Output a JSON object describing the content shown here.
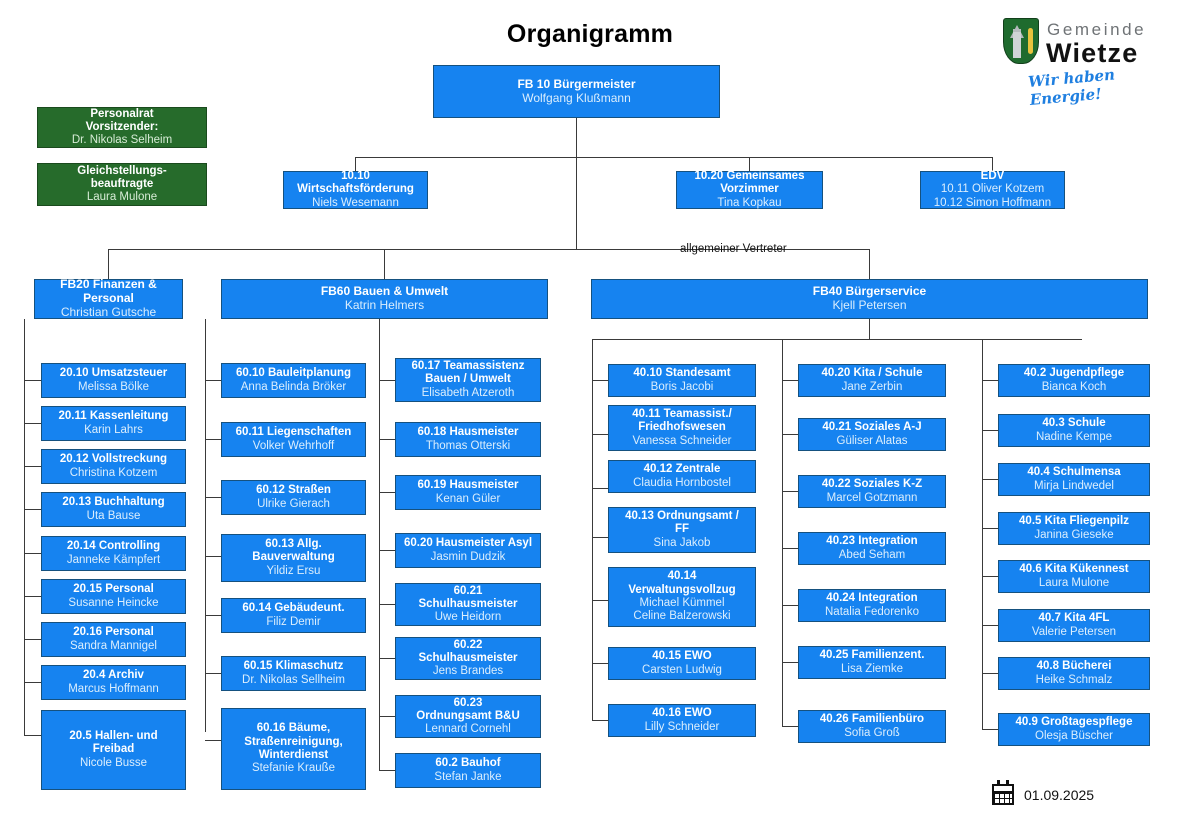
{
  "page": {
    "title": "Organigramm",
    "date": "01.09.2025",
    "date_icon": "calendar-icon"
  },
  "logo": {
    "crest_icon": "wietze-coat-of-arms-icon",
    "line1": "Gemeinde",
    "line2": "Wietze",
    "slogan": "Wir haben Energie!"
  },
  "colors": {
    "node_blue": "#1683f0",
    "node_blue_border": "#15517f",
    "node_green": "#266b2b",
    "node_green_border": "#1a4a1d",
    "connector": "#3a3a3a",
    "subtitle_text": "#dbeefd"
  },
  "labels": {
    "allgemeiner_vertreter": "allgemeiner Vertreter"
  },
  "root": {
    "title": "FB 10 Bürgermeister",
    "person": "Wolfgang Klußmann"
  },
  "staff_boxes": [
    {
      "title": "Personalrat\nVorsitzender:",
      "title_l1": "Personalrat",
      "title_l2": "Vorsitzender:",
      "person": "Dr. Nikolas Selheim"
    },
    {
      "title_l1": "Gleichstellungs-",
      "title_l2": "beauftragte",
      "person": "Laura Mulone"
    }
  ],
  "level2": [
    {
      "title_l1": "10.10",
      "title_l2": "Wirtschaftsförderung",
      "person": "Niels Wesemann"
    },
    {
      "title_l1": "10.20 Gemeinsames",
      "title_l2": "Vorzimmer",
      "person": "Tina Kopkau"
    },
    {
      "title_l1": "EDV",
      "person_l1": "10.11 Oliver Kotzem",
      "person_l2": "10.12 Simon Hoffmann"
    }
  ],
  "departments": [
    {
      "title_l1": "FB20 Finanzen &",
      "title_l2": "Personal",
      "person": "Christian Gutsche"
    },
    {
      "title_l1": "FB60 Bauen & Umwelt",
      "person": "Katrin Helmers"
    },
    {
      "title_l1": "FB40 Bürgerservice",
      "person": "Kjell Petersen"
    }
  ],
  "fb20_items": [
    {
      "title": "20.10 Umsatzsteuer",
      "person": "Melissa Bölke"
    },
    {
      "title": "20.11 Kassenleitung",
      "person": "Karin Lahrs"
    },
    {
      "title": "20.12 Vollstreckung",
      "person": "Christina Kotzem"
    },
    {
      "title": "20.13 Buchhaltung",
      "person": "Uta Bause"
    },
    {
      "title": "20.14 Controlling",
      "person": "Janneke Kämpfert"
    },
    {
      "title": "20.15 Personal",
      "person": "Susanne Heincke"
    },
    {
      "title": "20.16 Personal",
      "person": "Sandra Mannigel"
    },
    {
      "title": "20.4 Archiv",
      "person": "Marcus Hoffmann"
    },
    {
      "title": "20.5 Hallen- und\nFreibad",
      "title_l1": "20.5 Hallen- und",
      "title_l2": "Freibad",
      "person": "Nicole Busse"
    }
  ],
  "fb60_col1": [
    {
      "title": "60.10 Bauleitplanung",
      "person": "Anna Belinda Bröker"
    },
    {
      "title": "60.11 Liegenschaften",
      "person": "Volker Wehrhoff"
    },
    {
      "title": "60.12 Straßen",
      "person": "Ulrike Gierach"
    },
    {
      "title_l1": "60.13 Allg.",
      "title_l2": "Bauverwaltung",
      "person": "Yildiz Ersu"
    },
    {
      "title": "60.14 Gebäudeunt.",
      "person": "Filiz Demir"
    },
    {
      "title": "60.15 Klimaschutz",
      "person": "Dr. Nikolas Sellheim"
    },
    {
      "title_l1": "60.16 Bäume,",
      "title_l2": "Straßenreinigung,",
      "title_l3": "Winterdienst",
      "person": "Stefanie Krauße"
    }
  ],
  "fb60_col2": [
    {
      "title_l1": "60.17 Teamassistenz",
      "title_l2": "Bauen / Umwelt",
      "person": "Elisabeth Atzeroth"
    },
    {
      "title": "60.18 Hausmeister",
      "person": "Thomas Otterski"
    },
    {
      "title": "60.19 Hausmeister",
      "person": "Kenan Güler"
    },
    {
      "title": "60.20 Hausmeister Asyl",
      "person": "Jasmin Dudzik"
    },
    {
      "title_l1": "60.21",
      "title_l2": "Schulhausmeister",
      "person": "Uwe Heidorn"
    },
    {
      "title_l1": "60.22",
      "title_l2": "Schulhausmeister",
      "person": "Jens Brandes"
    },
    {
      "title_l1": "60.23",
      "title_l2": "Ordnungsamt B&U",
      "person": "Lennard Cornehl"
    },
    {
      "title": "60.2 Bauhof",
      "person": "Stefan Janke"
    }
  ],
  "fb40_col1": [
    {
      "title": "40.10 Standesamt",
      "person": "Boris Jacobi"
    },
    {
      "title_l1": "40.11 Teamassist./",
      "title_l2": "Friedhofswesen",
      "person": "Vanessa Schneider"
    },
    {
      "title": "40.12 Zentrale",
      "person": "Claudia Hornbostel"
    },
    {
      "title_l1": "40.13 Ordnungsamt /",
      "title_l2": "FF",
      "person": "Sina Jakob"
    },
    {
      "title_l1": "40.14",
      "title_l2": "Verwaltungsvollzug",
      "person": "Michael Kümmel",
      "person2": "Celine Balzerowski"
    },
    {
      "title": "40.15 EWO",
      "person": "Carsten Ludwig"
    },
    {
      "title": "40.16 EWO",
      "person": "Lilly Schneider"
    }
  ],
  "fb40_col2": [
    {
      "title": "40.20 Kita / Schule",
      "person": "Jane Zerbin"
    },
    {
      "title": "40.21 Soziales A-J",
      "person": "Güliser Alatas"
    },
    {
      "title": "40.22 Soziales K-Z",
      "person": "Marcel Gotzmann"
    },
    {
      "title": "40.23 Integration",
      "person": "Abed Seham"
    },
    {
      "title": "40.24 Integration",
      "person": "Natalia Fedorenko"
    },
    {
      "title": "40.25 Familienzent.",
      "person": "Lisa Ziemke"
    },
    {
      "title": "40.26 Familienbüro",
      "person": "Sofia Groß"
    }
  ],
  "fb40_col3": [
    {
      "title": "40.2 Jugendpflege",
      "person": "Bianca Koch"
    },
    {
      "title": "40.3 Schule",
      "person": "Nadine Kempe"
    },
    {
      "title": "40.4 Schulmensa",
      "person": "Mirja Lindwedel"
    },
    {
      "title": "40.5 Kita Fliegenpilz",
      "person": "Janina Gieseke"
    },
    {
      "title": "40.6 Kita Kükennest",
      "person": "Laura Mulone"
    },
    {
      "title": "40.7 Kita 4FL",
      "person": "Valerie Petersen"
    },
    {
      "title": "40.8 Bücherei",
      "person": "Heike Schmalz"
    },
    {
      "title": "40.9 Großtagespflege",
      "person": "Olesja Büscher"
    }
  ]
}
